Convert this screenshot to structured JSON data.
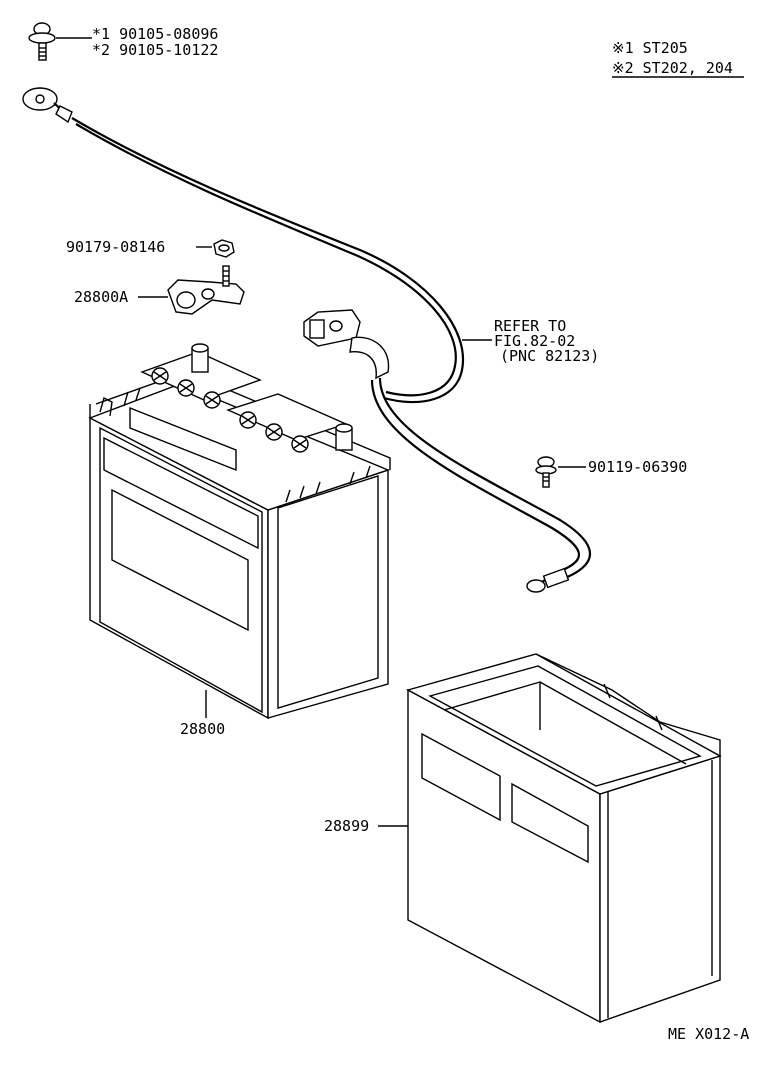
{
  "bolt_callout": {
    "line1_mark": "*1",
    "line1_part": "90105-08096",
    "line2_mark": "*2",
    "line2_part": "90105-10122"
  },
  "model_legend": {
    "row1_mark": "※1",
    "row1_text": "ST205",
    "row2_mark": "※2",
    "row2_text": "ST202, 204"
  },
  "nut_label": "90179-08146",
  "clamp_label": "28800A",
  "refer_note": {
    "line1": "REFER TO",
    "line2": "FIG.82-02",
    "line3": "(PNC 82123)"
  },
  "screw_label": "90119-06390",
  "battery_label": "28800",
  "tray_label": "28899",
  "figure_code": "ME X012-A"
}
